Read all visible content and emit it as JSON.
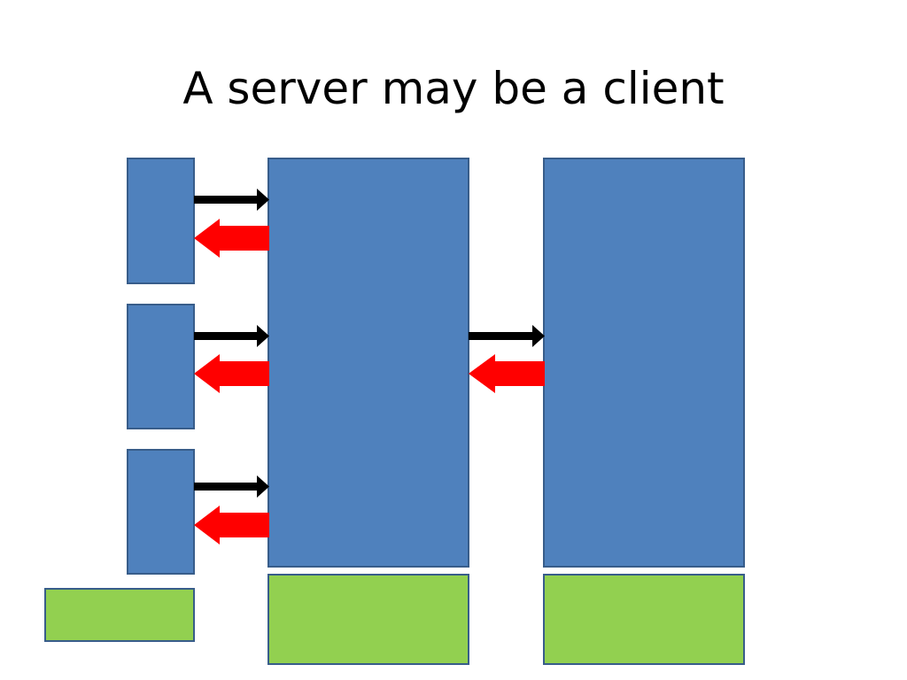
{
  "slide": {
    "title": "A server may be a client"
  },
  "colors": {
    "box_fill": "#4F81BD",
    "box_stroke": "#385D8A",
    "green_fill": "#92D050",
    "green_stroke": "#385D8A",
    "request_arrow": "#000000",
    "response_arrow": "#FF0000"
  },
  "diagram": {
    "clients": [
      "client-1",
      "client-2",
      "client-3"
    ],
    "servers": [
      "middle-server",
      "back-end-server"
    ],
    "green_blocks": [
      "client-green-block",
      "middle-server-green-block",
      "back-end-green-block"
    ],
    "connections": [
      {
        "from": "client-1",
        "to": "middle-server"
      },
      {
        "from": "client-2",
        "to": "middle-server"
      },
      {
        "from": "client-3",
        "to": "middle-server"
      },
      {
        "from": "middle-server",
        "to": "back-end-server"
      }
    ]
  }
}
